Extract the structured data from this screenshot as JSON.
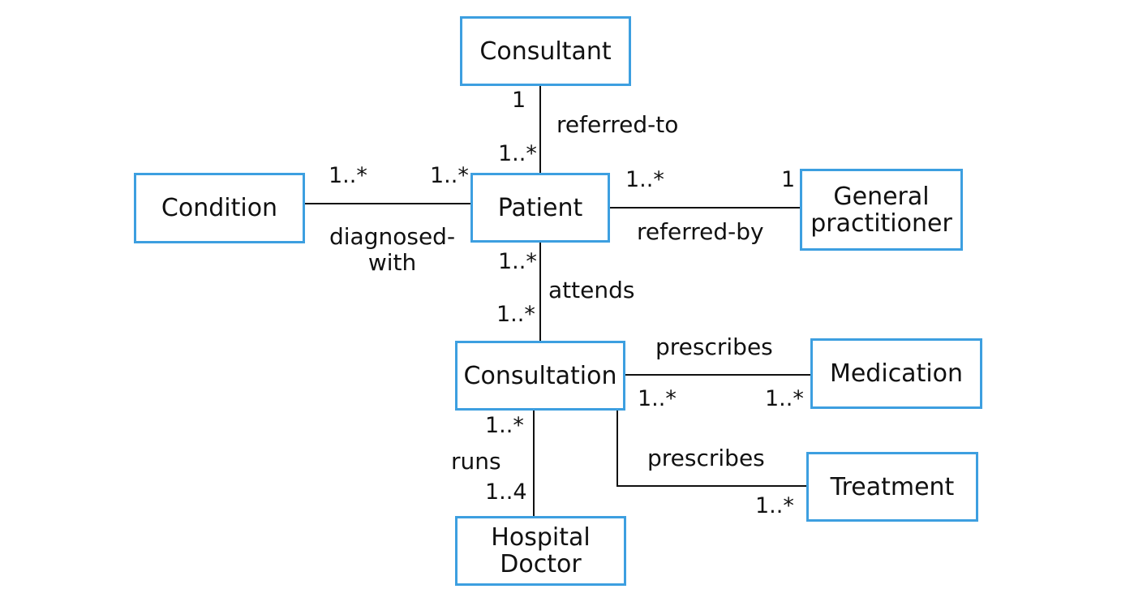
{
  "classes": {
    "consultant": "Consultant",
    "condition": "Condition",
    "patient": "Patient",
    "general_practitioner": "General\npractitioner",
    "consultation": "Consultation",
    "medication": "Medication",
    "treatment": "Treatment",
    "hospital_doctor": "Hospital\nDoctor"
  },
  "associations": {
    "referred_to": {
      "label": "referred-to",
      "mult_consultant": "1",
      "mult_patient": "1..*"
    },
    "diagnosed_with": {
      "label": "diagnosed-\nwith",
      "mult_condition": "1..*",
      "mult_patient": "1..*"
    },
    "referred_by": {
      "label": "referred-by",
      "mult_patient": "1..*",
      "mult_gp": "1"
    },
    "attends": {
      "label": "attends",
      "mult_patient": "1..*",
      "mult_consultation": "1..*"
    },
    "prescribes_medication": {
      "label": "prescribes",
      "mult_consultation": "1..*",
      "mult_medication": "1..*"
    },
    "prescribes_treatment": {
      "label": "prescribes",
      "mult_treatment": "1..*"
    },
    "runs": {
      "label": "runs",
      "mult_consultation": "1..*",
      "mult_doctor": "1..4"
    }
  },
  "colors": {
    "box_border": "#3d9fe0",
    "line": "#111111",
    "text": "#111111"
  }
}
